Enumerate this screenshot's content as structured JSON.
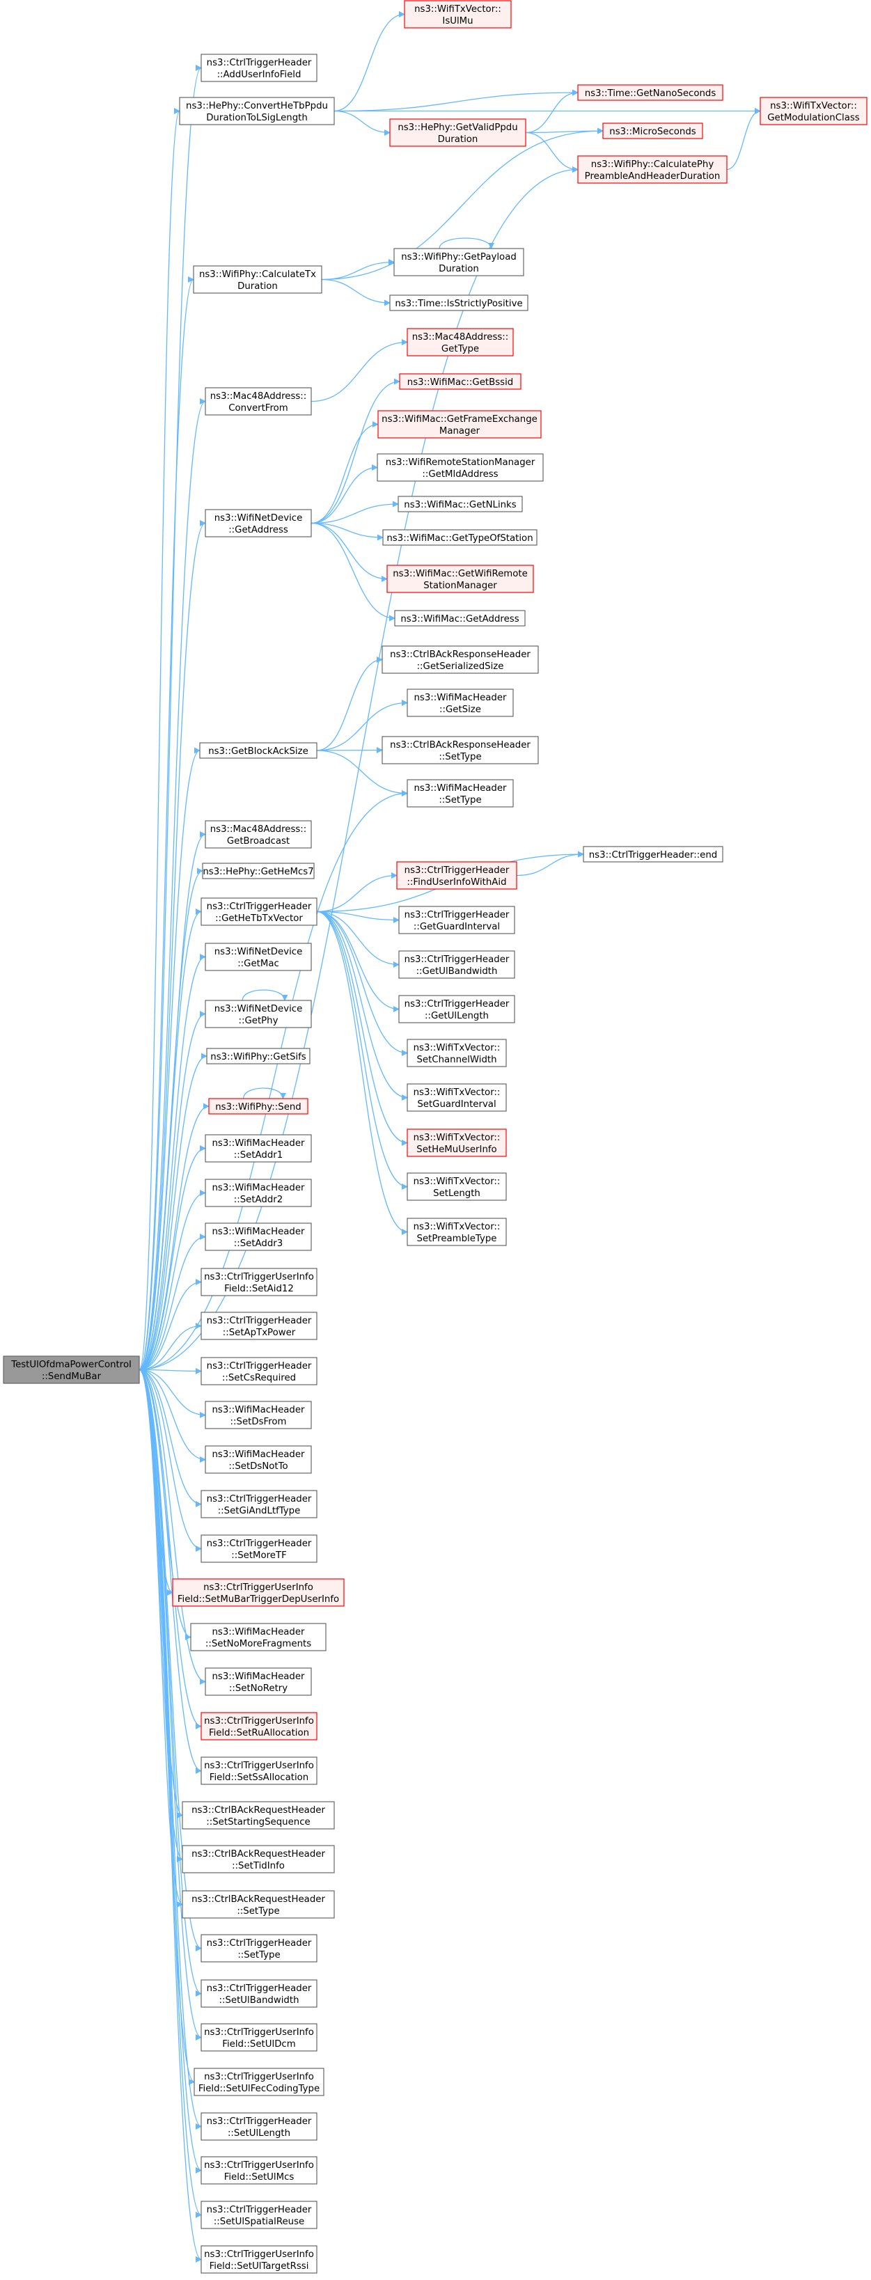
{
  "colors": {
    "edge": "#63b8ff",
    "node_border": "#666666",
    "node_fill": "#ffffff",
    "truncated_border": "#ff0000",
    "truncated_fill": "#fff0f0",
    "root_fill": "#999999",
    "text": "#000000"
  },
  "nodes": [
    {
      "id": "root",
      "lines": [
        "TestUlOfdmaPowerControl",
        "::SendMuBar"
      ],
      "style": "root"
    },
    {
      "id": "addUserInfoField",
      "lines": [
        "ns3::CtrlTriggerHeader",
        "::AddUserInfoField"
      ],
      "style": "normal"
    },
    {
      "id": "convertHeTb",
      "lines": [
        "ns3::HePhy::ConvertHeTbPpdu",
        "DurationToLSigLength"
      ],
      "style": "normal"
    },
    {
      "id": "isUlMu",
      "lines": [
        "ns3::WifiTxVector::",
        "IsUlMu"
      ],
      "style": "truncated"
    },
    {
      "id": "getNanoSeconds",
      "lines": [
        "ns3::Time::GetNanoSeconds"
      ],
      "style": "truncated"
    },
    {
      "id": "getModulationClass",
      "lines": [
        "ns3::WifiTxVector::",
        "GetModulationClass"
      ],
      "style": "truncated"
    },
    {
      "id": "getValidPpdu",
      "lines": [
        "ns3::HePhy::GetValidPpdu",
        "Duration"
      ],
      "style": "truncated"
    },
    {
      "id": "microSeconds",
      "lines": [
        "ns3::MicroSeconds"
      ],
      "style": "truncated"
    },
    {
      "id": "calcPreamble",
      "lines": [
        "ns3::WifiPhy::CalculatePhy",
        "PreambleAndHeaderDuration"
      ],
      "style": "truncated"
    },
    {
      "id": "calcTxDuration",
      "lines": [
        "ns3::WifiPhy::CalculateTx",
        "Duration"
      ],
      "style": "normal"
    },
    {
      "id": "getPayloadDuration",
      "lines": [
        "ns3::WifiPhy::GetPayload",
        "Duration"
      ],
      "style": "normal"
    },
    {
      "id": "isStrictlyPositive",
      "lines": [
        "ns3::Time::IsStrictlyPositive"
      ],
      "style": "normal"
    },
    {
      "id": "macGetType",
      "lines": [
        "ns3::Mac48Address::",
        "GetType"
      ],
      "style": "truncated"
    },
    {
      "id": "convertFrom",
      "lines": [
        "ns3::Mac48Address::",
        "ConvertFrom"
      ],
      "style": "normal"
    },
    {
      "id": "getBssid",
      "lines": [
        "ns3::WifiMac::GetBssid"
      ],
      "style": "truncated"
    },
    {
      "id": "getFem",
      "lines": [
        "ns3::WifiMac::GetFrameExchange",
        "Manager"
      ],
      "style": "truncated"
    },
    {
      "id": "getMldAddress",
      "lines": [
        "ns3::WifiRemoteStationManager",
        "::GetMldAddress"
      ],
      "style": "normal"
    },
    {
      "id": "getNLinks",
      "lines": [
        "ns3::WifiMac::GetNLinks"
      ],
      "style": "normal"
    },
    {
      "id": "getTypeOfStation",
      "lines": [
        "ns3::WifiMac::GetTypeOfStation"
      ],
      "style": "normal"
    },
    {
      "id": "getWifiRemote",
      "lines": [
        "ns3::WifiMac::GetWifiRemote",
        "StationManager"
      ],
      "style": "truncated"
    },
    {
      "id": "devGetAddress",
      "lines": [
        "ns3::WifiNetDevice",
        "::GetAddress"
      ],
      "style": "normal"
    },
    {
      "id": "macGetAddress",
      "lines": [
        "ns3::WifiMac::GetAddress"
      ],
      "style": "normal"
    },
    {
      "id": "baGetSerializedSize",
      "lines": [
        "ns3::CtrlBAckResponseHeader",
        "::GetSerializedSize"
      ],
      "style": "normal"
    },
    {
      "id": "wmhGetSize",
      "lines": [
        "ns3::WifiMacHeader",
        "::GetSize"
      ],
      "style": "normal"
    },
    {
      "id": "getBlockAckSize",
      "lines": [
        "ns3::GetBlockAckSize"
      ],
      "style": "normal"
    },
    {
      "id": "baSetType",
      "lines": [
        "ns3::CtrlBAckResponseHeader",
        "::SetType"
      ],
      "style": "normal"
    },
    {
      "id": "wmhSetType",
      "lines": [
        "ns3::WifiMacHeader",
        "::SetType"
      ],
      "style": "normal"
    },
    {
      "id": "getBroadcast",
      "lines": [
        "ns3::Mac48Address::",
        "GetBroadcast"
      ],
      "style": "normal"
    },
    {
      "id": "getHeMcs7",
      "lines": [
        "ns3::HePhy::GetHeMcs7"
      ],
      "style": "normal"
    },
    {
      "id": "getHeTbTxVector",
      "lines": [
        "ns3::CtrlTriggerHeader",
        "::GetHeTbTxVector"
      ],
      "style": "normal"
    },
    {
      "id": "findUserInfo",
      "lines": [
        "ns3::CtrlTriggerHeader",
        "::FindUserInfoWithAid"
      ],
      "style": "truncated"
    },
    {
      "id": "ctrlEnd",
      "lines": [
        "ns3::CtrlTriggerHeader::end"
      ],
      "style": "normal"
    },
    {
      "id": "getGuardInterval",
      "lines": [
        "ns3::CtrlTriggerHeader",
        "::GetGuardInterval"
      ],
      "style": "normal"
    },
    {
      "id": "getUlBandwidth",
      "lines": [
        "ns3::CtrlTriggerHeader",
        "::GetUlBandwidth"
      ],
      "style": "normal"
    },
    {
      "id": "getUlLength",
      "lines": [
        "ns3::CtrlTriggerHeader",
        "::GetUlLength"
      ],
      "style": "normal"
    },
    {
      "id": "setChannelWidth",
      "lines": [
        "ns3::WifiTxVector::",
        "SetChannelWidth"
      ],
      "style": "normal"
    },
    {
      "id": "setGuardInterval",
      "lines": [
        "ns3::WifiTxVector::",
        "SetGuardInterval"
      ],
      "style": "normal"
    },
    {
      "id": "setHeMuUserInfo",
      "lines": [
        "ns3::WifiTxVector::",
        "SetHeMuUserInfo"
      ],
      "style": "truncated"
    },
    {
      "id": "setLength",
      "lines": [
        "ns3::WifiTxVector::",
        "SetLength"
      ],
      "style": "normal"
    },
    {
      "id": "setPreambleType",
      "lines": [
        "ns3::WifiTxVector::",
        "SetPreambleType"
      ],
      "style": "normal"
    },
    {
      "id": "getMac",
      "lines": [
        "ns3::WifiNetDevice",
        "::GetMac"
      ],
      "style": "normal"
    },
    {
      "id": "getPhy",
      "lines": [
        "ns3::WifiNetDevice",
        "::GetPhy"
      ],
      "style": "normal"
    },
    {
      "id": "getSifs",
      "lines": [
        "ns3::WifiPhy::GetSifs"
      ],
      "style": "normal"
    },
    {
      "id": "send",
      "lines": [
        "ns3::WifiPhy::Send"
      ],
      "style": "truncated"
    },
    {
      "id": "setAddr1",
      "lines": [
        "ns3::WifiMacHeader",
        "::SetAddr1"
      ],
      "style": "normal"
    },
    {
      "id": "setAddr2",
      "lines": [
        "ns3::WifiMacHeader",
        "::SetAddr2"
      ],
      "style": "normal"
    },
    {
      "id": "setAddr3",
      "lines": [
        "ns3::WifiMacHeader",
        "::SetAddr3"
      ],
      "style": "normal"
    },
    {
      "id": "setAid12",
      "lines": [
        "ns3::CtrlTriggerUserInfo",
        "Field::SetAid12"
      ],
      "style": "normal"
    },
    {
      "id": "setApTxPower",
      "lines": [
        "ns3::CtrlTriggerHeader",
        "::SetApTxPower"
      ],
      "style": "normal"
    },
    {
      "id": "setCsRequired",
      "lines": [
        "ns3::CtrlTriggerHeader",
        "::SetCsRequired"
      ],
      "style": "normal"
    },
    {
      "id": "setDsFrom",
      "lines": [
        "ns3::WifiMacHeader",
        "::SetDsFrom"
      ],
      "style": "normal"
    },
    {
      "id": "setDsNotTo",
      "lines": [
        "ns3::WifiMacHeader",
        "::SetDsNotTo"
      ],
      "style": "normal"
    },
    {
      "id": "setGiAndLtfType",
      "lines": [
        "ns3::CtrlTriggerHeader",
        "::SetGiAndLtfType"
      ],
      "style": "normal"
    },
    {
      "id": "setMoreTF",
      "lines": [
        "ns3::CtrlTriggerHeader",
        "::SetMoreTF"
      ],
      "style": "normal"
    },
    {
      "id": "setMuBarTrigger",
      "lines": [
        "ns3::CtrlTriggerUserInfo",
        "Field::SetMuBarTriggerDepUserInfo"
      ],
      "style": "truncated"
    },
    {
      "id": "setNoMoreFragments",
      "lines": [
        "ns3::WifiMacHeader",
        "::SetNoMoreFragments"
      ],
      "style": "normal"
    },
    {
      "id": "setNoRetry",
      "lines": [
        "ns3::WifiMacHeader",
        "::SetNoRetry"
      ],
      "style": "normal"
    },
    {
      "id": "setRuAllocation",
      "lines": [
        "ns3::CtrlTriggerUserInfo",
        "Field::SetRuAllocation"
      ],
      "style": "truncated"
    },
    {
      "id": "setSsAllocation",
      "lines": [
        "ns3::CtrlTriggerUserInfo",
        "Field::SetSsAllocation"
      ],
      "style": "normal"
    },
    {
      "id": "setStartingSeq",
      "lines": [
        "ns3::CtrlBAckRequestHeader",
        "::SetStartingSequence"
      ],
      "style": "normal"
    },
    {
      "id": "setTidInfo",
      "lines": [
        "ns3::CtrlBAckRequestHeader",
        "::SetTidInfo"
      ],
      "style": "normal"
    },
    {
      "id": "barSetType",
      "lines": [
        "ns3::CtrlBAckRequestHeader",
        "::SetType"
      ],
      "style": "normal"
    },
    {
      "id": "trigSetType",
      "lines": [
        "ns3::CtrlTriggerHeader",
        "::SetType"
      ],
      "style": "normal"
    },
    {
      "id": "setUlBandwidth",
      "lines": [
        "ns3::CtrlTriggerHeader",
        "::SetUlBandwidth"
      ],
      "style": "normal"
    },
    {
      "id": "setUlDcm",
      "lines": [
        "ns3::CtrlTriggerUserInfo",
        "Field::SetUlDcm"
      ],
      "style": "normal"
    },
    {
      "id": "setUlFecCoding",
      "lines": [
        "ns3::CtrlTriggerUserInfo",
        "Field::SetUlFecCodingType"
      ],
      "style": "normal"
    },
    {
      "id": "setUlLength",
      "lines": [
        "ns3::CtrlTriggerHeader",
        "::SetUlLength"
      ],
      "style": "normal"
    },
    {
      "id": "setUlMcs",
      "lines": [
        "ns3::CtrlTriggerUserInfo",
        "Field::SetUlMcs"
      ],
      "style": "normal"
    },
    {
      "id": "setUlSpatialReuse",
      "lines": [
        "ns3::CtrlTriggerHeader",
        "::SetUlSpatialReuse"
      ],
      "style": "normal"
    },
    {
      "id": "setUlTargetRssi",
      "lines": [
        "ns3::CtrlTriggerUserInfo",
        "Field::SetUlTargetRssi"
      ],
      "style": "normal"
    }
  ],
  "edges": [
    [
      "root",
      "addUserInfoField"
    ],
    [
      "root",
      "convertHeTb"
    ],
    [
      "root",
      "calcPreamble"
    ],
    [
      "root",
      "calcTxDuration"
    ],
    [
      "root",
      "convertFrom"
    ],
    [
      "root",
      "devGetAddress"
    ],
    [
      "root",
      "getBlockAckSize"
    ],
    [
      "root",
      "wmhSetType"
    ],
    [
      "root",
      "getBroadcast"
    ],
    [
      "root",
      "getHeMcs7"
    ],
    [
      "root",
      "getHeTbTxVector"
    ],
    [
      "root",
      "getMac"
    ],
    [
      "root",
      "getPhy"
    ],
    [
      "root",
      "getSifs"
    ],
    [
      "root",
      "send"
    ],
    [
      "root",
      "setAddr1"
    ],
    [
      "root",
      "setAddr2"
    ],
    [
      "root",
      "setAddr3"
    ],
    [
      "root",
      "setAid12"
    ],
    [
      "root",
      "setApTxPower"
    ],
    [
      "root",
      "setCsRequired"
    ],
    [
      "root",
      "setDsFrom"
    ],
    [
      "root",
      "setDsNotTo"
    ],
    [
      "root",
      "setGiAndLtfType"
    ],
    [
      "root",
      "setMoreTF"
    ],
    [
      "root",
      "setMuBarTrigger"
    ],
    [
      "root",
      "setNoMoreFragments"
    ],
    [
      "root",
      "setNoRetry"
    ],
    [
      "root",
      "setRuAllocation"
    ],
    [
      "root",
      "setSsAllocation"
    ],
    [
      "root",
      "setStartingSeq"
    ],
    [
      "root",
      "setTidInfo"
    ],
    [
      "root",
      "barSetType"
    ],
    [
      "root",
      "trigSetType"
    ],
    [
      "root",
      "setUlBandwidth"
    ],
    [
      "root",
      "setUlDcm"
    ],
    [
      "root",
      "setUlFecCoding"
    ],
    [
      "root",
      "setUlLength"
    ],
    [
      "root",
      "setUlMcs"
    ],
    [
      "root",
      "setUlSpatialReuse"
    ],
    [
      "root",
      "setUlTargetRssi"
    ],
    [
      "convertHeTb",
      "isUlMu"
    ],
    [
      "convertHeTb",
      "getNanoSeconds"
    ],
    [
      "convertHeTb",
      "getModulationClass"
    ],
    [
      "convertHeTb",
      "getValidPpdu"
    ],
    [
      "getValidPpdu",
      "getNanoSeconds"
    ],
    [
      "getValidPpdu",
      "microSeconds"
    ],
    [
      "getValidPpdu",
      "calcPreamble"
    ],
    [
      "calcPreamble",
      "getModulationClass"
    ],
    [
      "calcTxDuration",
      "microSeconds"
    ],
    [
      "calcTxDuration",
      "getPayloadDuration"
    ],
    [
      "calcTxDuration",
      "isStrictlyPositive"
    ],
    [
      "getPayloadDuration",
      "getPayloadDuration"
    ],
    [
      "convertFrom",
      "macGetType"
    ],
    [
      "devGetAddress",
      "getBssid"
    ],
    [
      "devGetAddress",
      "getFem"
    ],
    [
      "devGetAddress",
      "getMldAddress"
    ],
    [
      "devGetAddress",
      "getNLinks"
    ],
    [
      "devGetAddress",
      "getTypeOfStation"
    ],
    [
      "devGetAddress",
      "getWifiRemote"
    ],
    [
      "devGetAddress",
      "macGetAddress"
    ],
    [
      "getBlockAckSize",
      "baGetSerializedSize"
    ],
    [
      "getBlockAckSize",
      "wmhGetSize"
    ],
    [
      "getBlockAckSize",
      "baSetType"
    ],
    [
      "getBlockAckSize",
      "wmhSetType"
    ],
    [
      "getHeTbTxVector",
      "findUserInfo"
    ],
    [
      "getHeTbTxVector",
      "ctrlEnd"
    ],
    [
      "getHeTbTxVector",
      "getGuardInterval"
    ],
    [
      "getHeTbTxVector",
      "getUlBandwidth"
    ],
    [
      "getHeTbTxVector",
      "getUlLength"
    ],
    [
      "getHeTbTxVector",
      "setChannelWidth"
    ],
    [
      "getHeTbTxVector",
      "setGuardInterval"
    ],
    [
      "getHeTbTxVector",
      "setHeMuUserInfo"
    ],
    [
      "getHeTbTxVector",
      "setLength"
    ],
    [
      "getHeTbTxVector",
      "setPreambleType"
    ],
    [
      "findUserInfo",
      "ctrlEnd"
    ],
    [
      "getPhy",
      "getPhy"
    ],
    [
      "send",
      "send"
    ]
  ]
}
